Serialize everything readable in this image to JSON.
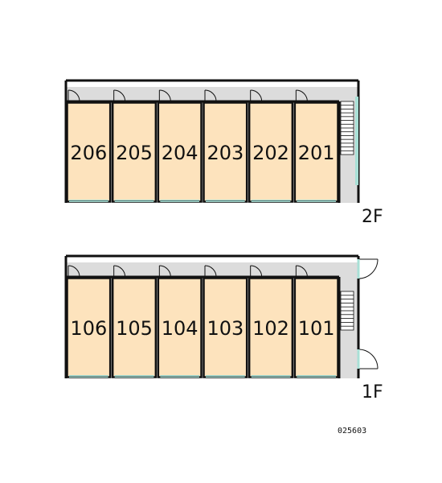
{
  "floors": [
    {
      "label": "2F",
      "units": [
        "206",
        "205",
        "204",
        "203",
        "202",
        "201"
      ]
    },
    {
      "label": "1F",
      "units": [
        "106",
        "105",
        "104",
        "103",
        "102",
        "101"
      ]
    }
  ],
  "code": "025603",
  "colors": {
    "unit_fill": "#fde3bd",
    "corridor": "#dcdcdc",
    "wall": "#111111",
    "window": "#a8e0d6"
  }
}
